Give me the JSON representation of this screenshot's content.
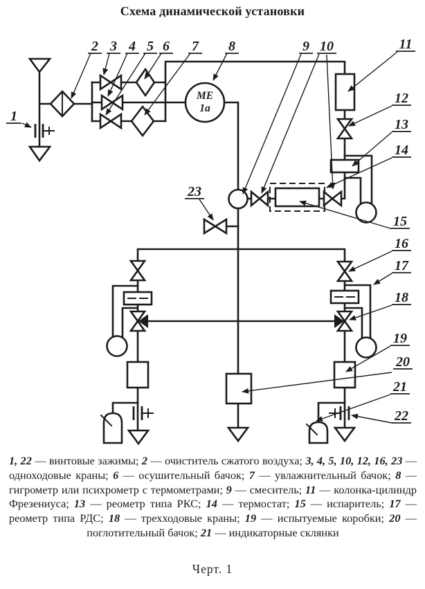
{
  "title": "Схема динамической установки",
  "caption": "Черт. 1",
  "ink_color": "#1b1b1b",
  "paper_color": "#ffffff",
  "diagram": {
    "me_gauge": {
      "line1": "ME",
      "line2": "1a"
    },
    "labels": {
      "n1": "1",
      "n2": "2",
      "n3": "3",
      "n4": "4",
      "n5": "5",
      "n6": "6",
      "n7": "7",
      "n8": "8",
      "n9": "9",
      "n10": "10",
      "n11": "11",
      "n12": "12",
      "n13": "13",
      "n14": "14",
      "n15": "15",
      "n16": "16",
      "n17": "17",
      "n18": "18",
      "n19": "19",
      "n20": "20",
      "n21": "21",
      "n22": "22",
      "n23": "23"
    }
  },
  "legend": {
    "entries": [
      {
        "nums": "1, 22",
        "desc": "винтовые зажимы"
      },
      {
        "nums": "2",
        "desc": "очиститель сжатого воздуха"
      },
      {
        "nums": "3, 4, 5, 10, 12, 16, 23",
        "desc": "одноходовые краны"
      },
      {
        "nums": "6",
        "desc": "осушительный бачок"
      },
      {
        "nums": "7",
        "desc": "увлажнительный бачок"
      },
      {
        "nums": "8",
        "desc": "гигрометр или психрометр с термометрами"
      },
      {
        "nums": "9",
        "desc": "смеситель"
      },
      {
        "nums": "11",
        "desc": "колонка-цилиндр Фрезениуса"
      },
      {
        "nums": "13",
        "desc": "реометр типа РКС"
      },
      {
        "nums": "14",
        "desc": "термостат"
      },
      {
        "nums": "15",
        "desc": "испаритель"
      },
      {
        "nums": "17",
        "desc": "реометр типа РДС"
      },
      {
        "nums": "18",
        "desc": "трехходовые краны"
      },
      {
        "nums": "19",
        "desc": "испытуемые коробки"
      },
      {
        "nums": "20",
        "desc": "поглотительный бачок"
      },
      {
        "nums": "21",
        "desc": "индикаторные склянки"
      }
    ]
  }
}
